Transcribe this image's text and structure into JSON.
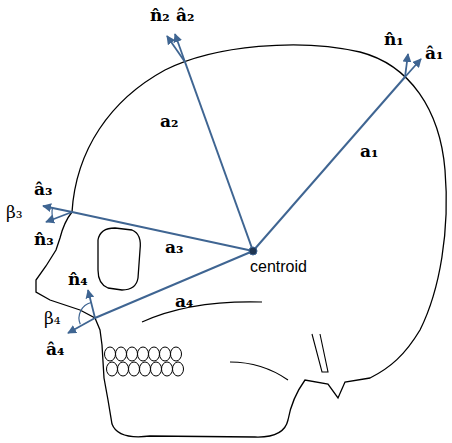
{
  "diagram": {
    "labels": [
      "n̂₂",
      "â₂",
      "n̂₁",
      "â₁",
      "a₂",
      "a₁",
      "â₃",
      "β₃",
      "n̂₃",
      "a₃",
      "centroid",
      "n̂₄",
      "β₄",
      "a₄",
      "â₄"
    ]
  }
}
